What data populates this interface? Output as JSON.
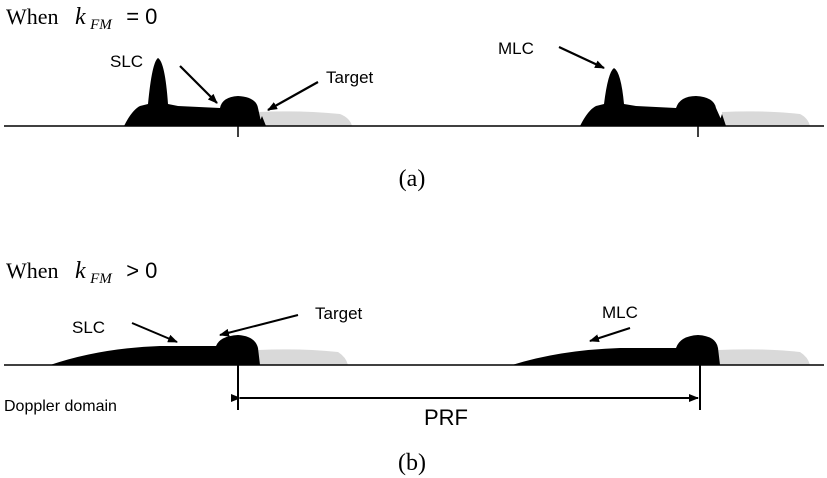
{
  "panel_a": {
    "when_label": "When",
    "k_symbol": "k",
    "k_subscript": "FM",
    "condition": "= 0",
    "slc_label": "SLC",
    "target_label": "Target",
    "mlc_label": "MLC",
    "caption": "(a)"
  },
  "panel_b": {
    "when_label": "When",
    "k_symbol": "k",
    "k_subscript": "FM",
    "condition": "> 0",
    "slc_label": "SLC",
    "target_label": "Target",
    "mlc_label": "MLC",
    "axis_label": "Doppler domain",
    "prf_label": "PRF",
    "caption": "(b)"
  },
  "colors": {
    "ink": "#000000",
    "ghost": "#d9d9d9"
  }
}
